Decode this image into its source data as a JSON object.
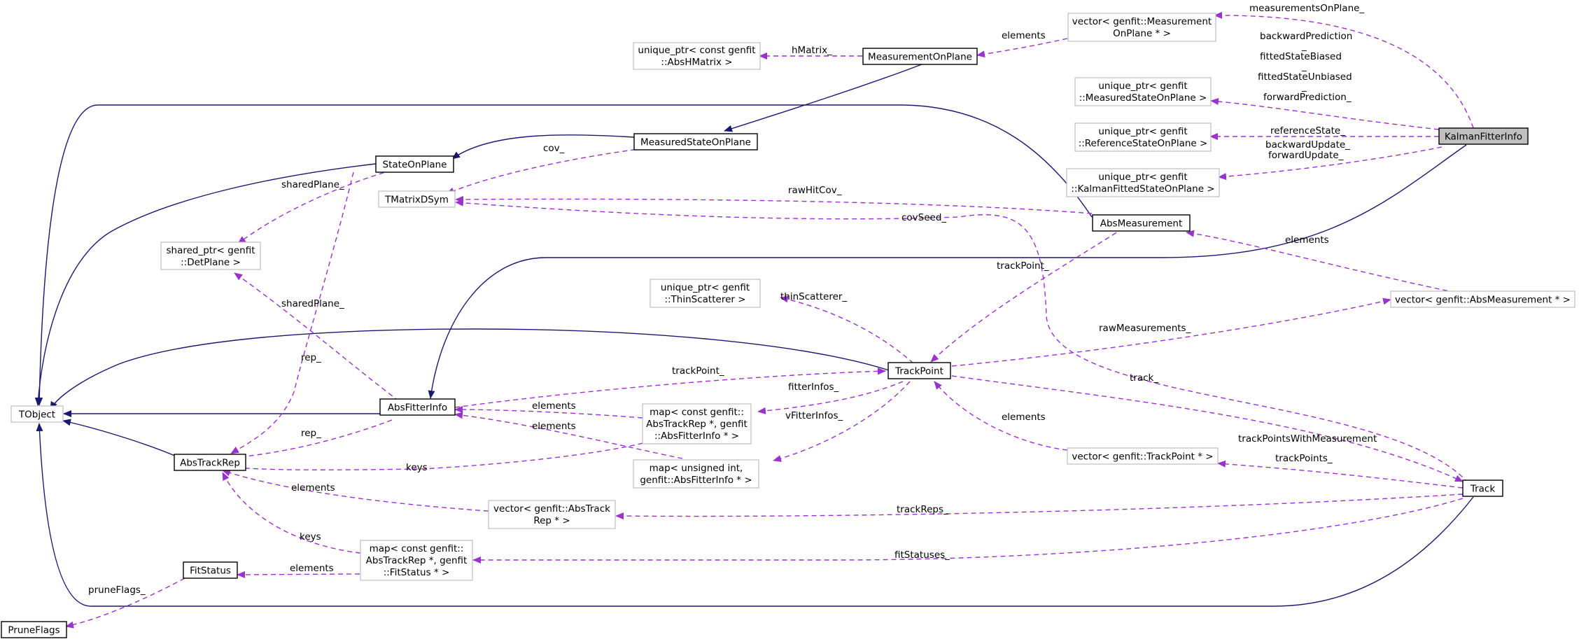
{
  "colors": {
    "inheritance_edge": "#191970",
    "usage_edge": "#9a32cd",
    "focus_node_fill": "#bfbfbf",
    "node_border": "#000000",
    "external_node_border": "#bfbfbf"
  },
  "nodes": {
    "kalman": [
      "KalmanFitterInfo"
    ],
    "tobject": [
      "TObject"
    ],
    "measOnPlane": [
      "MeasurementOnPlane"
    ],
    "measStateOnPlane": [
      "MeasuredStateOnPlane"
    ],
    "stateOnPlane": [
      "StateOnPlane"
    ],
    "tmatrix": [
      "TMatrixDSym"
    ],
    "absMeasurement": [
      "AbsMeasurement"
    ],
    "trackPoint": [
      "TrackPoint"
    ],
    "absFitterInfo": [
      "AbsFitterInfo"
    ],
    "absTrackRep": [
      "AbsTrackRep"
    ],
    "fitStatus": [
      "FitStatus"
    ],
    "pruneFlags": [
      "PruneFlags"
    ],
    "track": [
      "Track"
    ],
    "vecMeasOnPlane": [
      "vector< genfit::Measurement",
      "OnPlane * >"
    ],
    "uptrHMatrix": [
      "unique_ptr< const genfit",
      "::AbsHMatrix >"
    ],
    "uptrMeasState": [
      "unique_ptr< genfit",
      "::MeasuredStateOnPlane >"
    ],
    "uptrRefState": [
      "unique_ptr< genfit",
      "::ReferenceStateOnPlane >"
    ],
    "uptrKalmanState": [
      "unique_ptr< genfit",
      "::KalmanFittedStateOnPlane >"
    ],
    "sptrDetPlane": [
      "shared_ptr< genfit",
      "::DetPlane >"
    ],
    "uptrThinScatterer": [
      "unique_ptr< genfit",
      "::ThinScatterer >"
    ],
    "vecAbsMeasurement": [
      "vector< genfit::AbsMeasurement * >"
    ],
    "mapFitterInfos": [
      "map< const genfit::",
      "AbsTrackRep *, genfit",
      "::AbsFitterInfo * >"
    ],
    "mapUintFitterInfo": [
      "map< unsigned int,",
      "genfit::AbsFitterInfo * >"
    ],
    "vecTrackPoint": [
      "vector< genfit::TrackPoint * >"
    ],
    "vecAbsTrackRep": [
      "vector< genfit::AbsTrack",
      "Rep * >"
    ],
    "mapFitStatus": [
      "map< const genfit::",
      "AbsTrackRep *, genfit",
      "::FitStatus * >"
    ]
  },
  "edge_labels": {
    "measurementsOnPlane": "measurementsOnPlane_",
    "elements_measOnPlane": "elements",
    "hMatrix": "hMatrix_",
    "prediction_group": [
      "backwardPrediction",
      "_",
      "fittedStateBiased",
      "_",
      "fittedStateUnbiased",
      "_",
      "forwardPrediction_"
    ],
    "referenceState": "referenceState_",
    "update_group": [
      "backwardUpdate_",
      "forwardUpdate_"
    ],
    "cov": "cov_",
    "sharedPlane_top": "sharedPlane_",
    "rawHitCov": "rawHitCov_",
    "covSeed": "covSeed_",
    "elements_absMeas": "elements",
    "trackPoint_absMeas": "trackPoint_",
    "thinScatterer": "thinScatterer_",
    "rawMeasurements": "rawMeasurements_",
    "sharedPlane_bottom": "sharedPlane_",
    "rep_stateOnPlane": "rep_",
    "trackPoint_fitter": "trackPoint_",
    "track": "track_",
    "fitterInfos": "fitterInfos_",
    "elements_fitter1": "elements",
    "elements_fitter2": "elements",
    "vFitterInfos": "vFitterInfos_",
    "rep_fitter": "rep_",
    "elements_trackPoint": "elements",
    "keys_map": "keys",
    "trackPointsWithMeasurement": "trackPointsWithMeasurement",
    "trackPoints": "trackPoints_",
    "elements_trackRep": "elements",
    "trackReps": "trackReps_",
    "keys_fitStatus": "keys",
    "elements_fitStatus": "elements",
    "fitStatuses": "fitStatuses_",
    "pruneFlags": "pruneFlags_"
  }
}
